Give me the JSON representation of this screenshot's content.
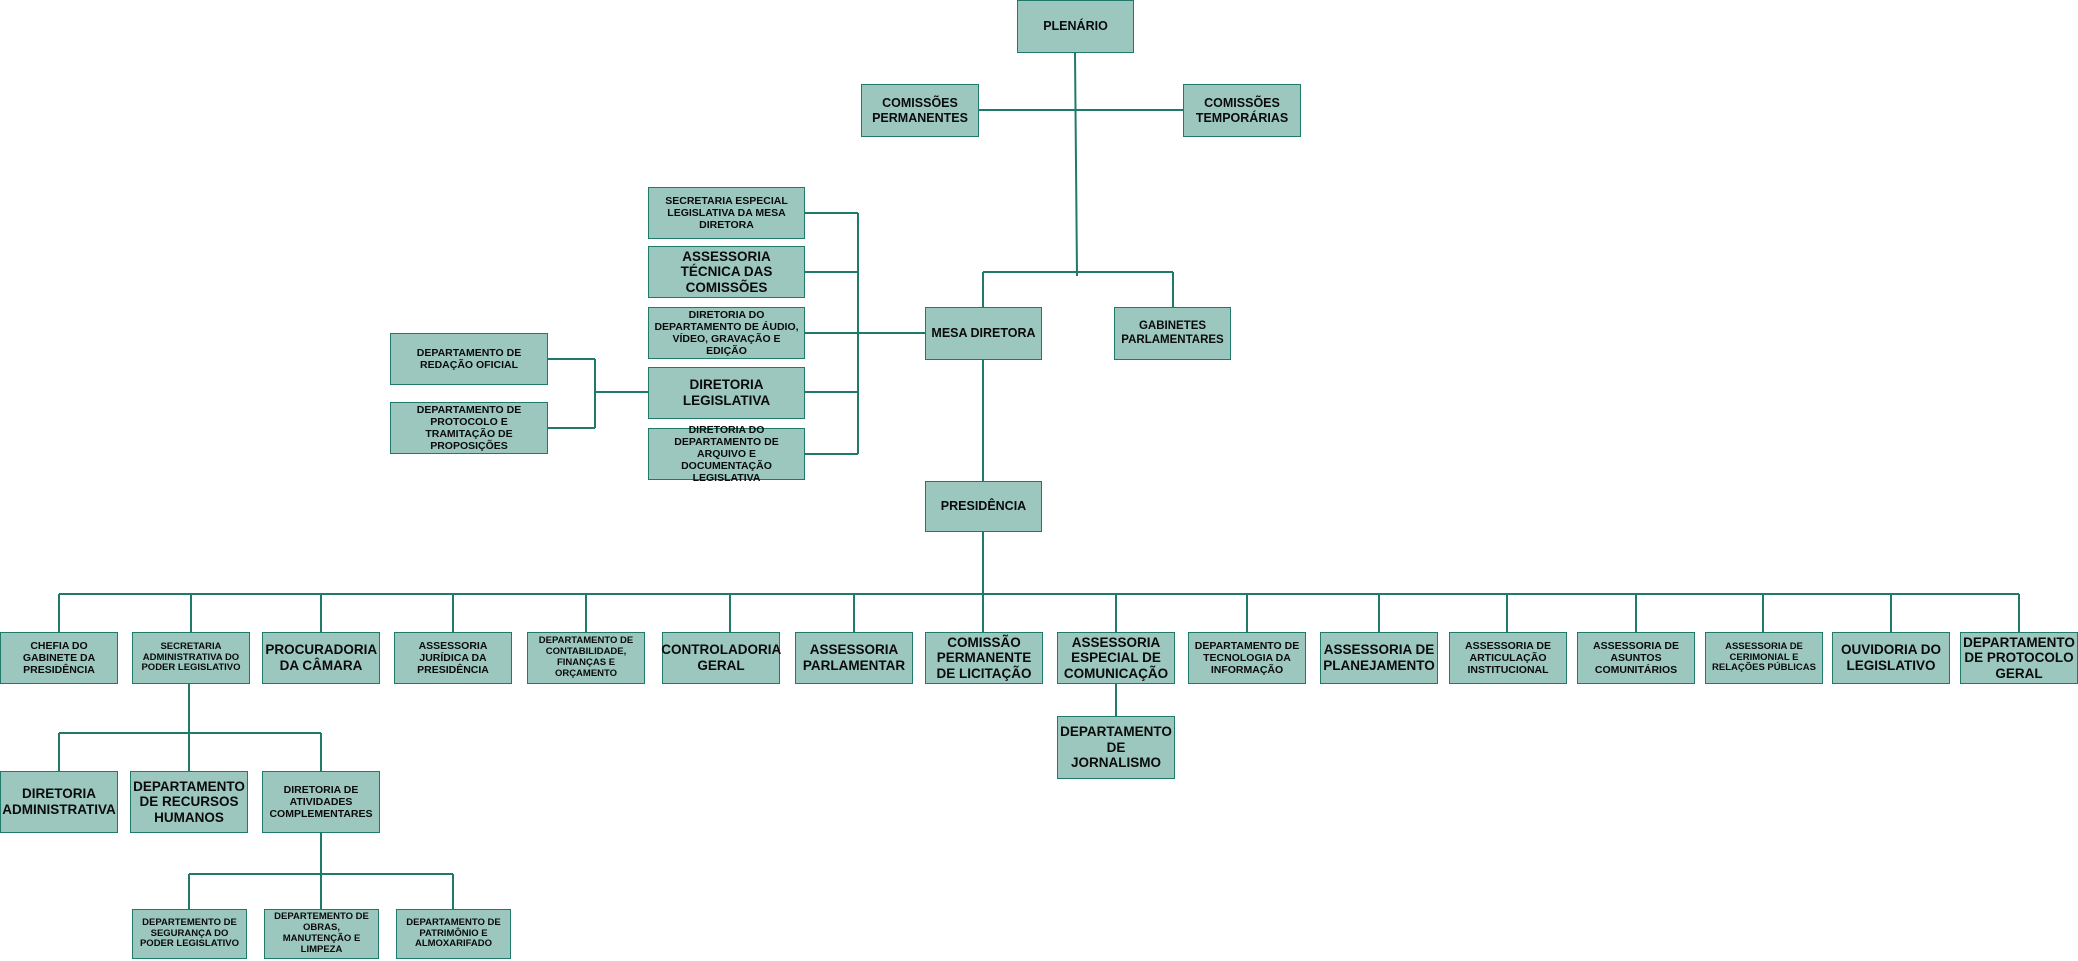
{
  "colors": {
    "box_fill": "#9cc7be",
    "box_border": "#1f7a6a",
    "line": "#1f7a6a"
  },
  "nodes": {
    "plenario": "PLENÁRIO",
    "comissoes_permanentes": "COMISSÕES PERMANENTES",
    "comissoes_temporarias": "COMISSÕES TEMPORÁRIAS",
    "secretaria_especial": "SECRETARIA ESPECIAL LEGISLATIVA DA MESA DIRETORA",
    "assessoria_tecnica": "ASSESSORIA TÉCNICA DAS COMISSÕES",
    "diretoria_audio": "DIRETORIA DO DEPARTAMENTO DE ÁUDIO, VÍDEO, GRAVAÇÃO E EDIÇÃO",
    "mesa_diretora": "MESA DIRETORA",
    "gabinetes": "GABINETES PARLAMENTARES",
    "dept_redacao": "DEPARTAMENTO DE REDAÇÃO OFICIAL",
    "diretoria_legislativa": "DIRETORIA LEGISLATIVA",
    "dept_protocolo_tramitacao": "DEPARTAMENTO DE PROTOCOLO E TRAMITAÇÃO DE PROPOSIÇÕES",
    "diretoria_arquivo": "DIRETORIA DO DEPARTAMENTO DE ARQUIVO E DOCUMENTAÇÃO LEGISLATIVA",
    "presidencia": "PRESIDÊNCIA",
    "chefia_gabinete": "CHEFIA DO GABINETE DA PRESIDÊNCIA",
    "secretaria_administrativa": "SECRETARIA ADMINISTRATIVA DO PODER LEGISLATIVO",
    "procuradoria": "PROCURADORIA DA CÂMARA",
    "assessoria_juridica": "ASSESSORIA JURÍDICA DA PRESIDÊNCIA",
    "dept_contabilidade": "DEPARTAMENTO DE CONTABILIDADE, FINANÇAS E ORÇAMENTO",
    "controladoria": "CONTROLADORIA GERAL",
    "assessoria_parlamentar": "ASSESSORIA PARLAMENTAR",
    "comissao_licitacao": "COMISSÃO PERMANENTE DE LICITAÇÃO",
    "assessoria_comunicacao": "ASSESSORIA ESPECIAL DE COMUNICAÇÃO",
    "dept_tecnologia": "DEPARTAMENTO DE TECNOLOGIA DA INFORMAÇÃO",
    "assessoria_planejamento": "ASSESSORIA DE PLANEJAMENTO",
    "assessoria_articulacao": "ASSESSORIA DE ARTICULAÇÃO INSTITUCIONAL",
    "assessoria_comunitarios": "ASSESSORIA DE ASUNTOS COMUNITÁRIOS",
    "assessoria_cerimonial": "ASSESSORIA DE CERIMONIAL E RELAÇÕES PÚBLICAS",
    "ouvidoria": "OUVIDORIA DO LEGISLATIVO",
    "dept_protocolo_geral": "DEPARTAMENTO DE PROTOCOLO GERAL",
    "dept_jornalismo": "DEPARTAMENTO DE JORNALISMO",
    "diretoria_administrativa": "DIRETORIA ADMINISTRATIVA",
    "dept_recursos_humanos": "DEPARTAMENTO DE RECURSOS HUMANOS",
    "diretoria_atividades": "DIRETORIA DE ATIVIDADES COMPLEMENTARES",
    "dept_seguranca": "DEPARTEMENTO DE SEGURANÇA DO PODER LEGISLATIVO",
    "dept_obras": "DEPARTEMENTO DE OBRAS, MANUTENÇÃO E LIMPEZA",
    "dept_patrimonio": "DEPARTAMENTO DE PATRIMÔNIO E ALMOXARIFADO"
  }
}
